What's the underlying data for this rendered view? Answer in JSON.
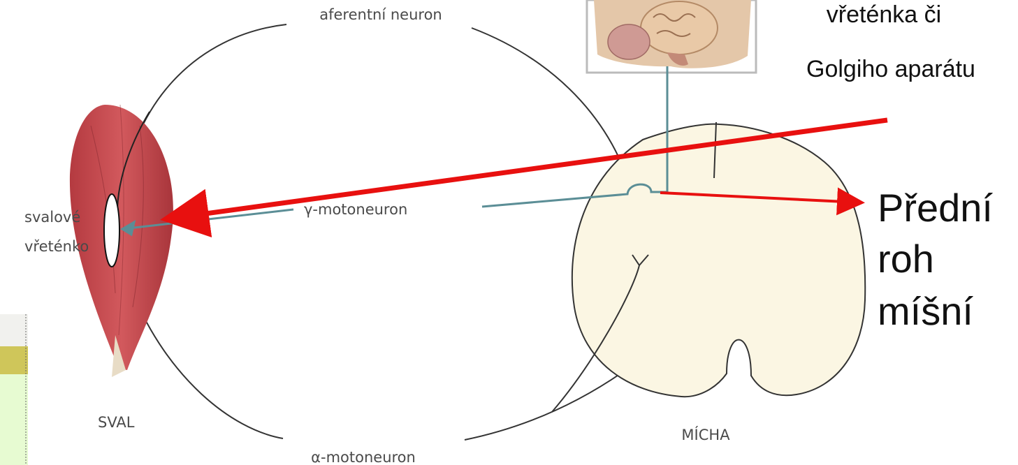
{
  "labels": {
    "afferent": "aferentní neuron",
    "gamma": "γ-motoneuron",
    "alpha": "α-motoneuron",
    "spindle_line1": "svalové",
    "spindle_line2": "vřeténko",
    "muscle": "SVAL",
    "cord": "MÍCHA"
  },
  "annotation_top": {
    "line1": "vřeténka či",
    "line2": "Golgiho aparátu"
  },
  "annotation_right": {
    "line1": "Přední",
    "line2": "roh",
    "line3": "míšní"
  },
  "colors": {
    "red_arrow": "#e8100f",
    "teal_nerve": "#5b8e96",
    "muscle": "#c84a4f",
    "cord_fill": "#fbf6e3",
    "sidebar_olive": "#cfc65a",
    "sidebar_green": "#e7fbd2"
  }
}
